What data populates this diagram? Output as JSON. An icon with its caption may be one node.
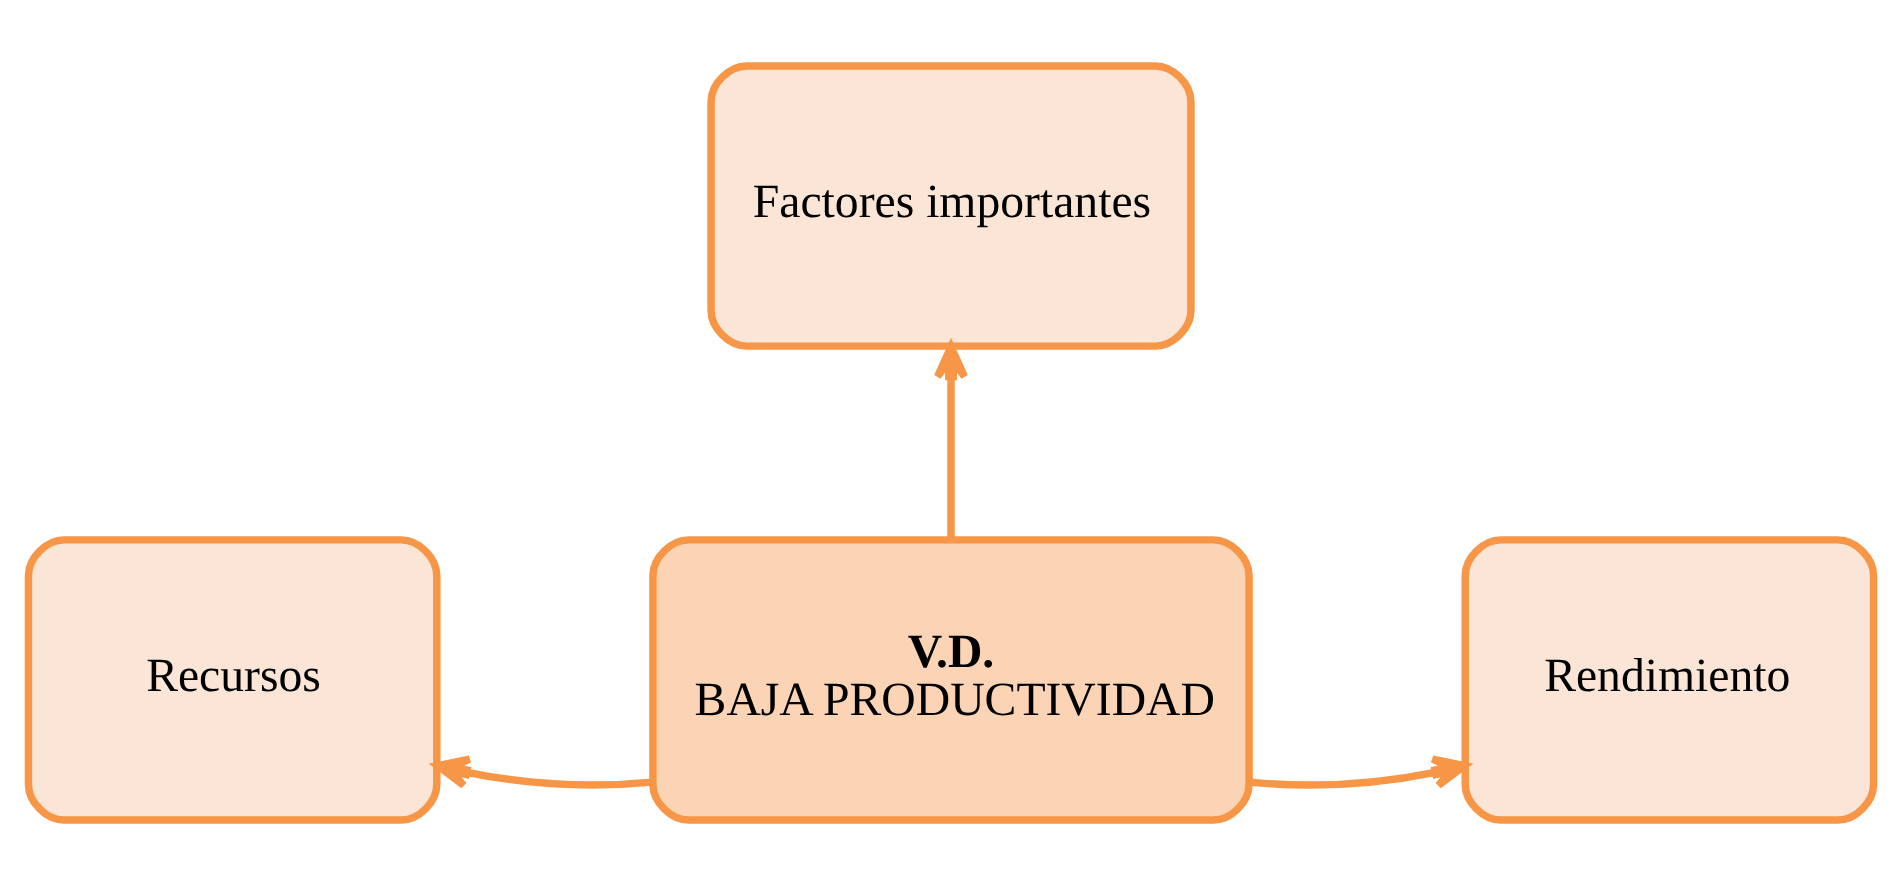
{
  "diagram": {
    "nodes": [
      {
        "text": [
          "Factores importantes"
        ]
      },
      {
        "text": [
          "Recursos"
        ]
      },
      {
        "text": [
          "V.D.",
          "BAJA PRODUCTIVIDAD"
        ]
      },
      {
        "text": [
          "Rendimiento"
        ]
      }
    ],
    "edges": [
      {
        "from": 2,
        "to": 0,
        "arrow": "to"
      },
      {
        "from": 2,
        "to": 1,
        "arrow": "to"
      },
      {
        "from": 2,
        "to": 3,
        "arrow": "to"
      }
    ]
  }
}
